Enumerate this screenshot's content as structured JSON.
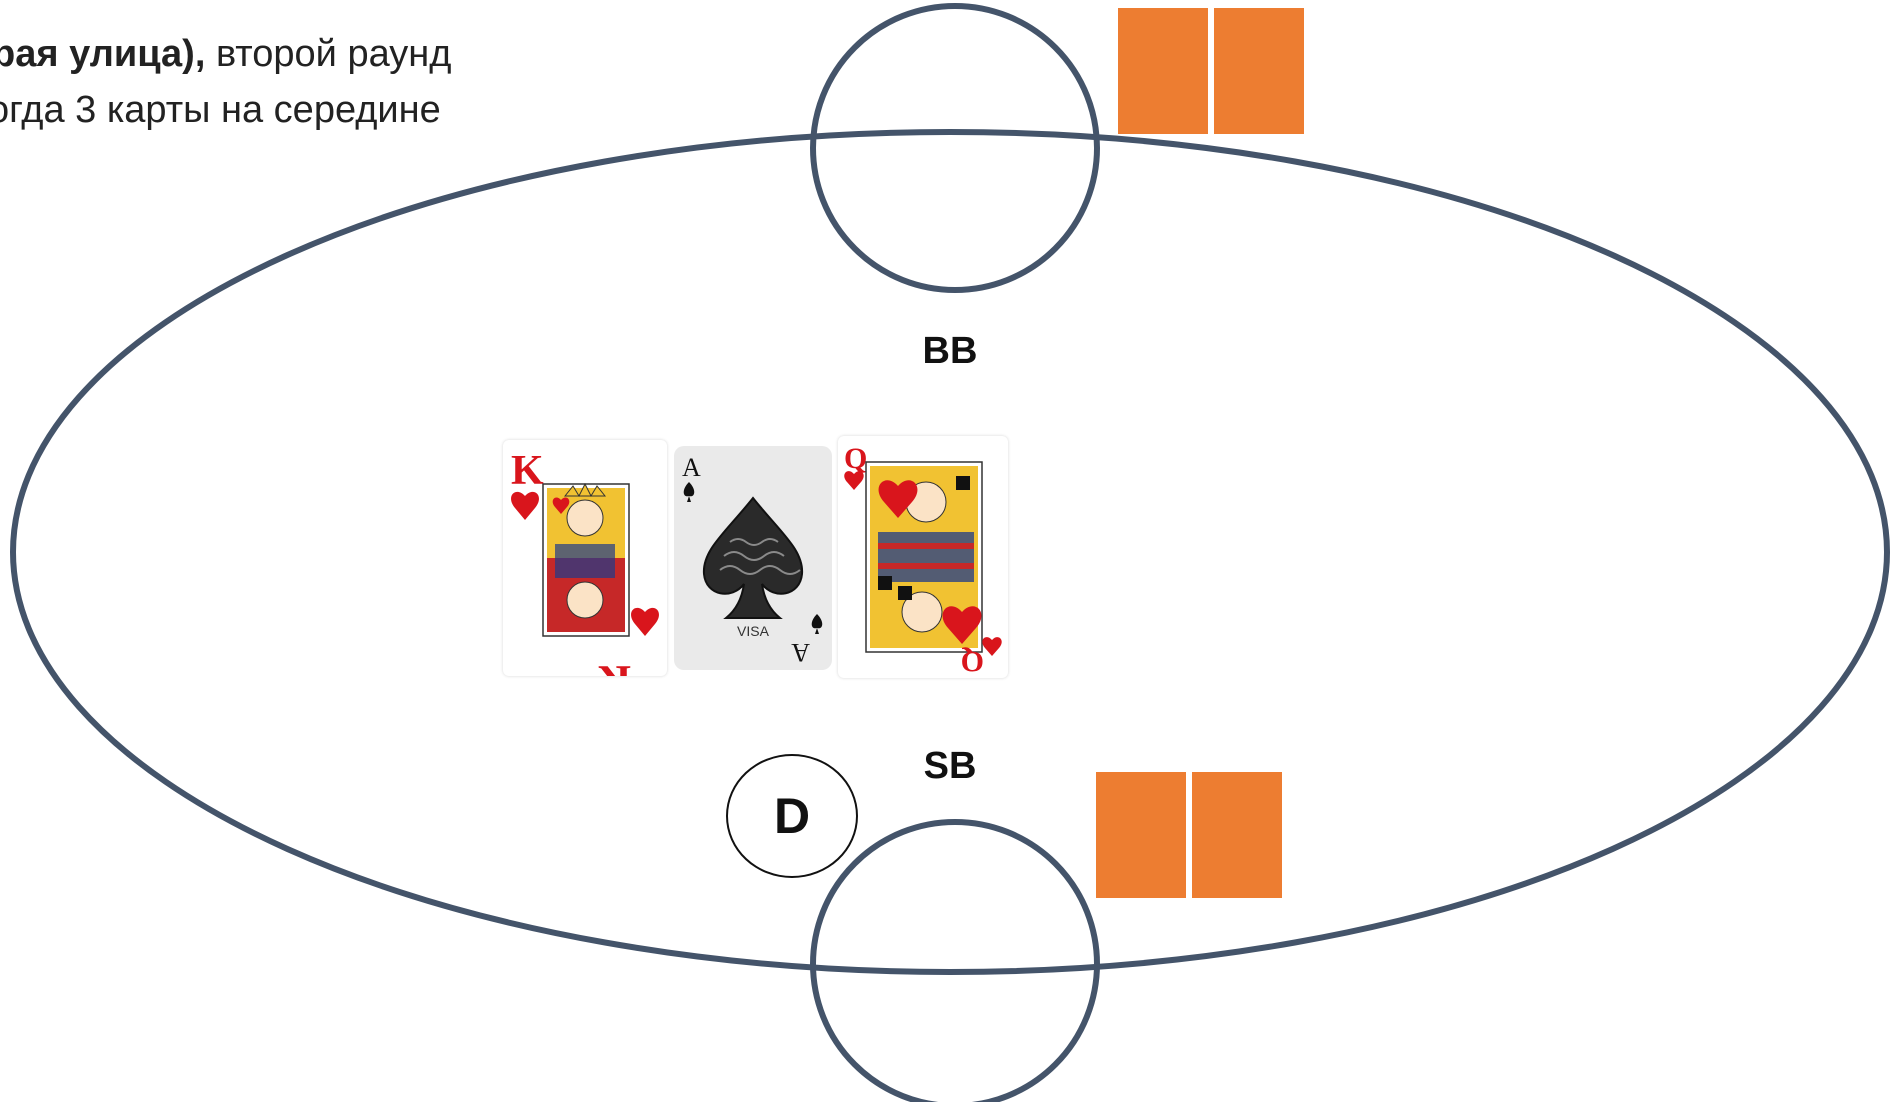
{
  "caption": {
    "line1_bold": "рая улица),",
    "line1_rest": " второй раунд",
    "line2": "огда 3 карты на середине"
  },
  "positions": {
    "bb": "BB",
    "sb": "SB"
  },
  "dealer_button": "D",
  "board_cards": [
    {
      "rank": "K",
      "suit": "hearts",
      "icon": "king-of-hearts-card"
    },
    {
      "rank": "A",
      "suit": "spades",
      "icon": "ace-of-spades-card",
      "brand": "VISA"
    },
    {
      "rank": "Q",
      "suit": "hearts",
      "icon": "queen-of-hearts-card"
    }
  ],
  "colors": {
    "table_outline": "#44546a",
    "chip": "#ed7d31",
    "hearts": "#d9151c",
    "spades": "#111111"
  }
}
